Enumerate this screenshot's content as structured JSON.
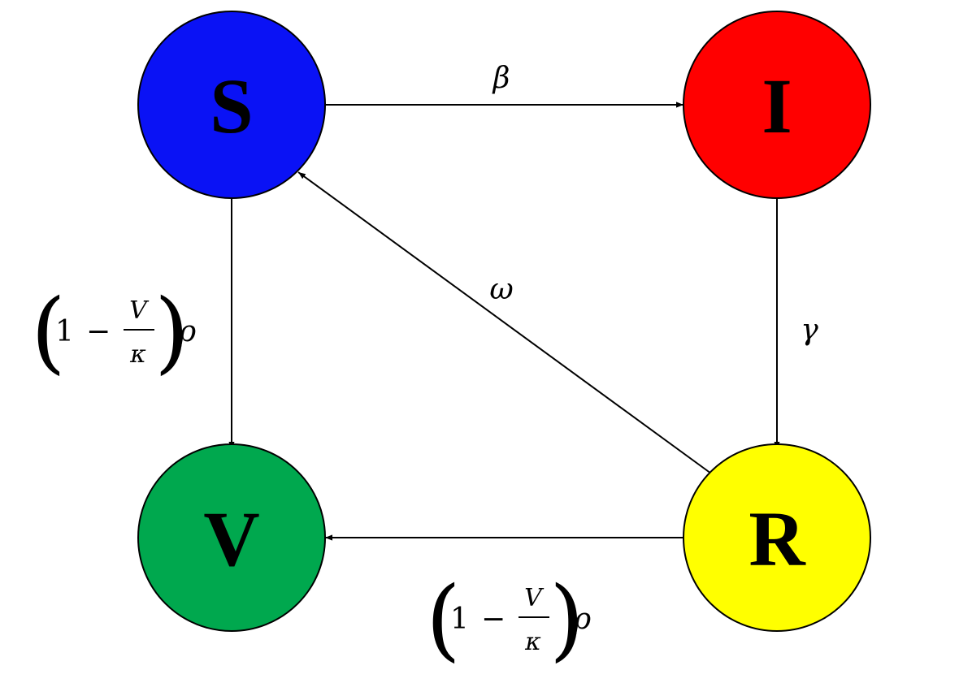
{
  "nodes": {
    "S": {
      "label": "S",
      "color": "#0a12f5"
    },
    "I": {
      "label": "I",
      "color": "#ff0000"
    },
    "V": {
      "label": "V",
      "color": "#00a84e"
    },
    "R": {
      "label": "R",
      "color": "#ffff00"
    }
  },
  "edges": {
    "s_to_i": {
      "rate": "β"
    },
    "i_to_r": {
      "rate": "γ"
    },
    "r_to_s": {
      "rate": "ω"
    },
    "s_to_v": {
      "open": "(",
      "one": "1",
      "minus": "−",
      "num": "V",
      "den": "κ",
      "close": ")",
      "rho": "ρ"
    },
    "r_to_v": {
      "open": "(",
      "one": "1",
      "minus": "−",
      "num": "V",
      "den": "κ",
      "close": ")",
      "rho": "ρ"
    }
  }
}
